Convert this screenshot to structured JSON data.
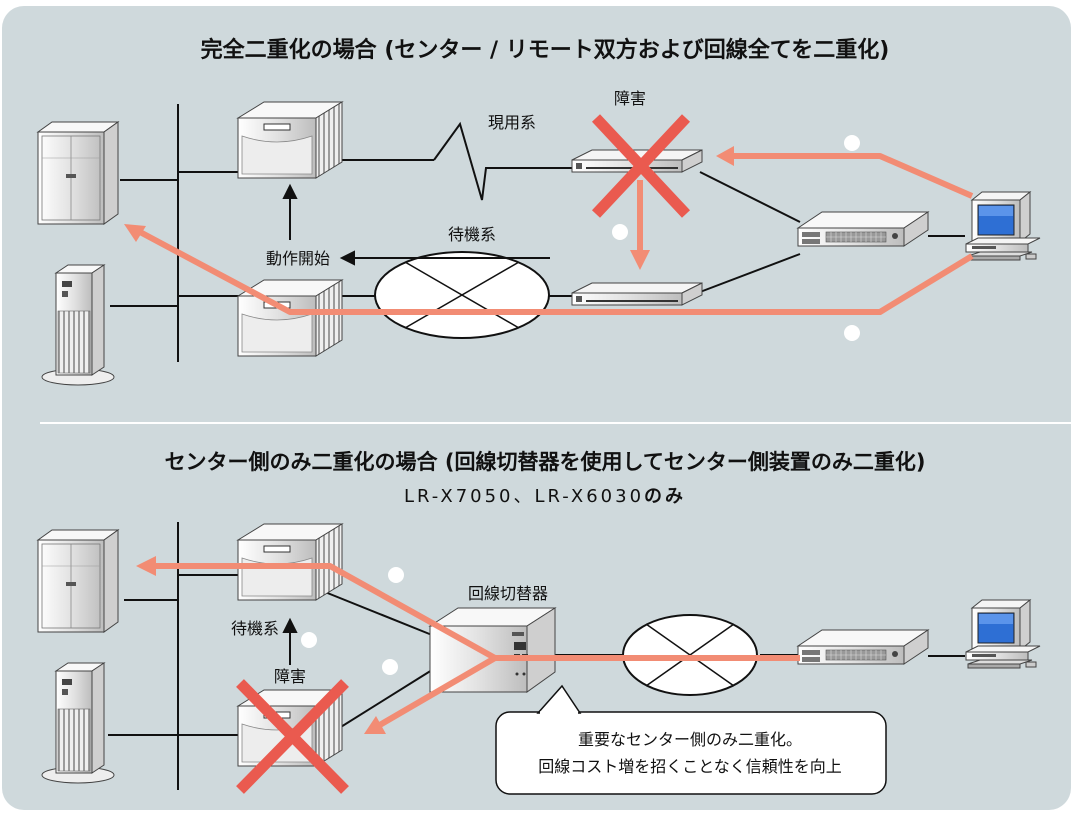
{
  "colors": {
    "panel_bg": "#cfd9dc",
    "divider": "#ffffff",
    "flow_arrow": "#f28c74",
    "failure_x": "#ea5a4f",
    "line": "#111111",
    "marker": "#ffffff",
    "device_fill": "#f4f4f4",
    "device_stroke": "#444444"
  },
  "top": {
    "title": "完全二重化の場合 (センター / リモート双方および回線全てを二重化)",
    "label_failure": "障害",
    "label_active_line": "現用系",
    "label_standby_line": "待機系",
    "label_start": "動作開始"
  },
  "bottom": {
    "title": "センター側のみ二重化の場合 (回線切替器を使用してセンター側装置のみ二重化)",
    "subtitle_models": "LR-X7050、LR-X6030",
    "subtitle_only": "のみ",
    "label_switch": "回線切替器",
    "label_standby": "待機系",
    "label_failure": "障害",
    "callout_line1": "重要なセンター側のみ二重化。",
    "callout_line2": "回線コスト増を招くことなく信頼性を向上"
  },
  "icons": {
    "mainframe": "mainframe-server-icon",
    "tower": "tower-server-icon",
    "router": "router-icon",
    "rack_router": "rack-router-icon",
    "hub": "switching-hub-icon",
    "terminal": "pc-terminal-icon",
    "switcher": "line-switcher-icon",
    "network": "network-cloud-icon",
    "failure": "failure-cross-icon"
  }
}
